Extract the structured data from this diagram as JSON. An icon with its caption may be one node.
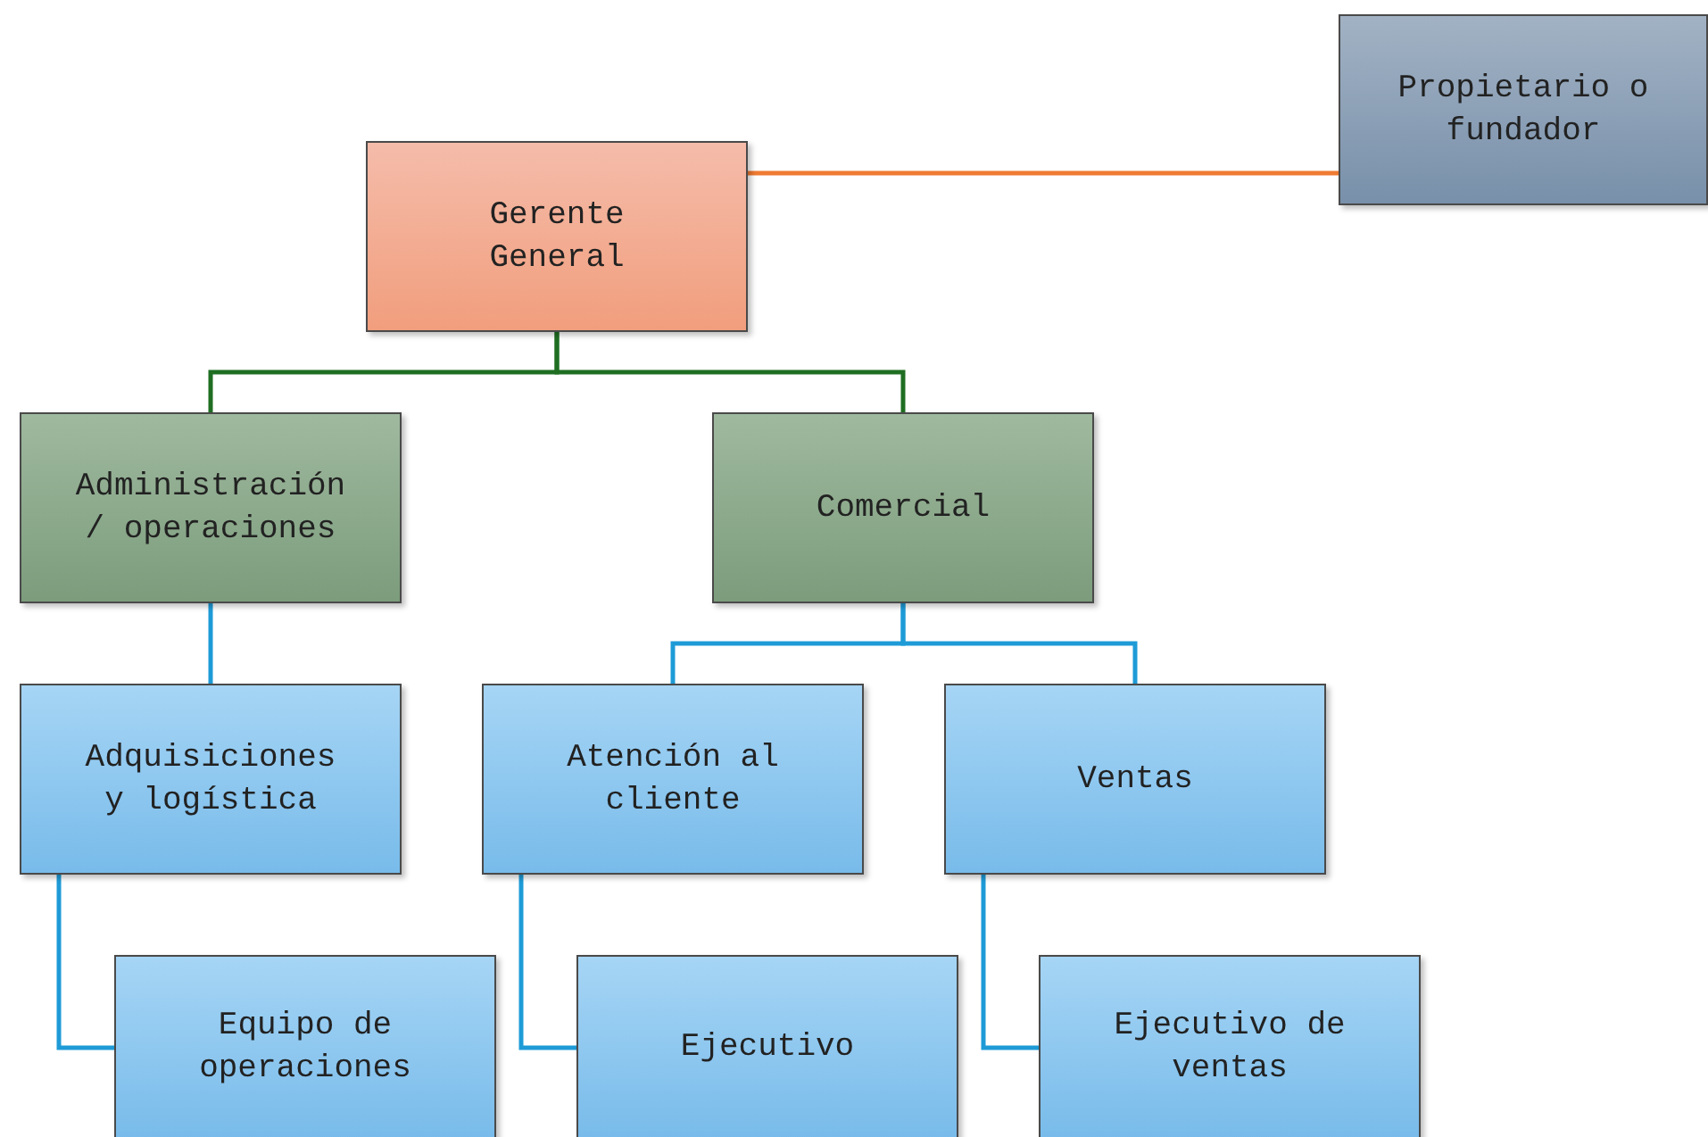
{
  "diagram": {
    "nodes": [
      {
        "text": [
          "Propietario o fundador"
        ]
      },
      {
        "text": [
          "Gerente General"
        ]
      },
      {
        "text": [
          "Administración / operaciones"
        ]
      },
      {
        "text": [
          "Comercial"
        ]
      },
      {
        "text": [
          "Adquisiciones y logística"
        ]
      },
      {
        "text": [
          "Atención al cliente"
        ]
      },
      {
        "text": [
          "Ventas"
        ]
      },
      {
        "text": [
          "Equipo de operaciones"
        ]
      },
      {
        "text": [
          "Ejecutivo"
        ]
      },
      {
        "text": [
          "Ejecutivo de ventas"
        ]
      }
    ],
    "edges": [
      {
        "from": 1,
        "to": 0,
        "arrow": "none",
        "color": "#f07a32"
      },
      {
        "from": 1,
        "to": 2,
        "arrow": "none",
        "color": "#1f6e22"
      },
      {
        "from": 1,
        "to": 3,
        "arrow": "none",
        "color": "#1f6e22"
      },
      {
        "from": 2,
        "to": 4,
        "arrow": "none"
      },
      {
        "from": 3,
        "to": 5,
        "arrow": "none"
      },
      {
        "from": 3,
        "to": 6,
        "arrow": "none"
      },
      {
        "from": 4,
        "to": 7,
        "arrow": "none"
      },
      {
        "from": 5,
        "to": 8,
        "arrow": "none"
      },
      {
        "from": 6,
        "to": 9,
        "arrow": "none"
      }
    ]
  }
}
